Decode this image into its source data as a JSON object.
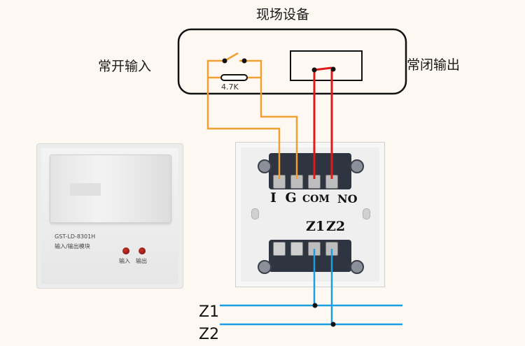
{
  "diagram": {
    "title": "现场设备",
    "field_device": {
      "left_label": "常开输入",
      "right_label": "常闭输出",
      "resistor_label": "4.7K"
    },
    "module": {
      "model": "GST-LD-8301H",
      "description": "输入/输出模块",
      "led_labels": [
        "输入",
        "输出"
      ]
    },
    "terminals": {
      "top": [
        "I",
        "G",
        "COM",
        "NO"
      ],
      "top_label_ig": "I G",
      "top_label_com": "COM",
      "top_label_no": "NO",
      "bottom": [
        "Z1",
        "Z2"
      ]
    },
    "bus_lines": [
      "Z1",
      "Z2"
    ],
    "colors": {
      "input_wire": "#f0a030",
      "output_wire": "#e01a1a",
      "bus_wire": "#1aa0e0",
      "outline": "#111111",
      "background": "#fdf8f2"
    }
  }
}
